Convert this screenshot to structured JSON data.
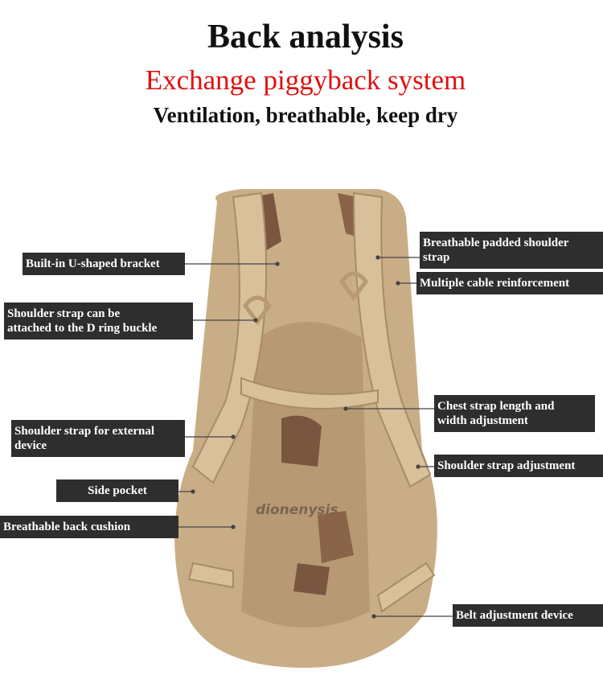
{
  "header": {
    "title": "Back analysis",
    "subtitle": "Exchange piggyback system",
    "tagline": "Ventilation, breathable, keep dry"
  },
  "watermark": "dionenysis",
  "colors": {
    "accent": "#e01010",
    "label_bg": "#2e2e2e",
    "bag_base": "#c9ad86"
  },
  "labels": {
    "u_bracket": "Built-in U-shaped bracket",
    "d_ring": [
      "Shoulder strap can be",
      "attached to the D ring buckle"
    ],
    "external_device": [
      "Shoulder strap for external",
      "device"
    ],
    "side_pocket": "Side pocket",
    "back_cushion": "Breathable back cushion",
    "padded_strap": [
      "Breathable padded shoulder",
      "strap"
    ],
    "cable": "Multiple cable reinforcement",
    "chest_strap": [
      "Chest strap length and",
      "width adjustment"
    ],
    "strap_adjust": "Shoulder strap adjustment",
    "belt": "Belt adjustment device"
  }
}
